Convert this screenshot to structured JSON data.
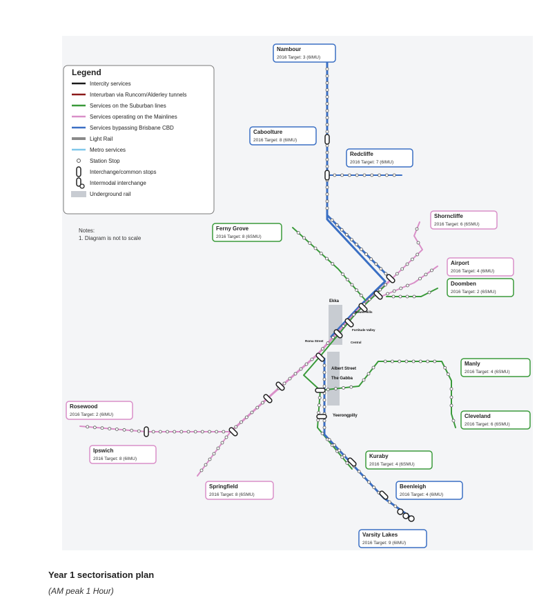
{
  "legend": {
    "title": "Legend",
    "items": [
      {
        "label": "Intercity services",
        "color": "#1a1a1a",
        "kind": "line"
      },
      {
        "label": "Interurban via Runcorn/Alderley tunnels",
        "color": "#8b1a1a",
        "kind": "line"
      },
      {
        "label": "Services on the Suburban lines",
        "color": "#3a9a3a",
        "kind": "line"
      },
      {
        "label": "Services operating on the Mainlines",
        "color": "#d98fc8",
        "kind": "line"
      },
      {
        "label": "Services bypassing Brisbane CBD",
        "color": "#3a6fc4",
        "kind": "line"
      },
      {
        "label": "Light Rail",
        "color": "#8a8a8a",
        "kind": "thick"
      },
      {
        "label": "Metro services",
        "color": "#7fc7ea",
        "kind": "line"
      },
      {
        "label": "Station Stop",
        "kind": "stop"
      },
      {
        "label": "Interchange/common stops",
        "kind": "interchange"
      },
      {
        "label": "Intermodal interchange",
        "kind": "intermodal"
      },
      {
        "label": "Underground rail",
        "kind": "underground"
      }
    ]
  },
  "notes": {
    "title": "Notes:",
    "line1": "1. Diagram is not to scale"
  },
  "colors": {
    "suburban": "#3a9a3a",
    "mainline": "#d98fc8",
    "bypass": "#3a6fc4",
    "underground": "#c8ccd2",
    "background": "#f4f5f7"
  },
  "destinations": [
    {
      "name": "Nambour",
      "target": "2016 Target: 3 (6IMU)",
      "color": "#3a6fc4"
    },
    {
      "name": "Caboolture",
      "target": "2016 Target: 8 (6IMU)",
      "color": "#3a6fc4"
    },
    {
      "name": "Redcliffe",
      "target": "2016 Target: 7 (6IMU)",
      "color": "#3a6fc4"
    },
    {
      "name": "Shorncliffe",
      "target": "2016 Target: 6 (6SMU)",
      "color": "#d98fc8"
    },
    {
      "name": "Ferny Grove",
      "target": "2016 Target: 8 (6SMU)",
      "color": "#3a9a3a"
    },
    {
      "name": "Airport",
      "target": "2016 Target: 4 (6IMU)",
      "color": "#d98fc8"
    },
    {
      "name": "Doomben",
      "target": "2016 Target: 2 (6SMU)",
      "color": "#3a9a3a"
    },
    {
      "name": "Manly",
      "target": "2016 Target: 4 (6SMU)",
      "color": "#3a9a3a"
    },
    {
      "name": "Cleveland",
      "target": "2016 Target: 6 (6SMU)",
      "color": "#3a9a3a"
    },
    {
      "name": "Rosewood",
      "target": "2016 Target: 2 (6IMU)",
      "color": "#d98fc8"
    },
    {
      "name": "Ipswich",
      "target": "2016 Target: 8 (6IMU)",
      "color": "#d98fc8"
    },
    {
      "name": "Springfield",
      "target": "2016 Target: 8 (6SMU)",
      "color": "#d98fc8"
    },
    {
      "name": "Kuraby",
      "target": "2016 Target: 4 (6SMU)",
      "color": "#3a9a3a"
    },
    {
      "name": "Beenleigh",
      "target": "2016 Target: 4 (6IMU)",
      "color": "#3a6fc4"
    },
    {
      "name": "Varsity Lakes",
      "target": "2016 Target: 9 (6IMU)",
      "color": "#3a6fc4"
    }
  ],
  "station_labels": {
    "ekka": "Ekka",
    "bowen_hills": "Bowen Hills",
    "fortitude_valley": "Fortitude Valley",
    "central": "Central",
    "roma_street": "Roma Street",
    "albert_street": "Albert Street",
    "the_gabba": "The Gabba",
    "yeerongpilly": "Yeerongpilly"
  },
  "caption": {
    "title": "Year 1 sectorisation plan",
    "subtitle": "(AM peak 1 Hour)"
  }
}
